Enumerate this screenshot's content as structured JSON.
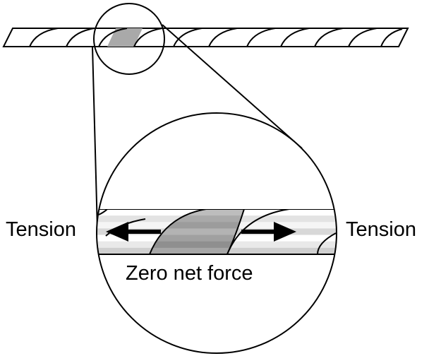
{
  "labels": {
    "tension_left": "Tension",
    "tension_right": "Tension",
    "net_force": "Zero net force"
  },
  "colors": {
    "outline": "#000000",
    "highlighted_segment": "#a9a9a9",
    "rope_stripes": [
      "#ffffff",
      "#e3e3e3",
      "#f5f5f5",
      "#d8d8d8",
      "#ffffff",
      "#e9e9e9",
      "#cfcfcf"
    ],
    "highlight_stripes": [
      "#bdbdbd",
      "#a9a9a9",
      "#9c9c9c",
      "#b3b3b3",
      "#a0a0a0",
      "#8f8f8f",
      "#a6a6a6"
    ]
  },
  "icons": {
    "left_arrow": "arrow-left-icon",
    "right_arrow": "arrow-right-icon"
  }
}
